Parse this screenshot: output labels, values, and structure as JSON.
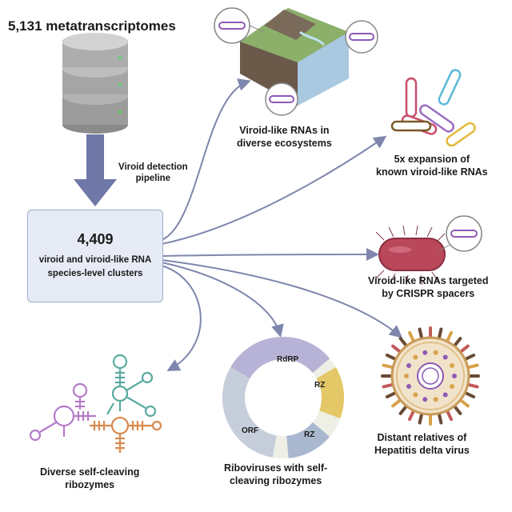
{
  "title": "5,131 metatranscriptomes",
  "pipeline": {
    "line1": "Viroid detection",
    "line2": "pipeline"
  },
  "center": {
    "count": "4,409",
    "line1": "viroid and viroid-like RNA",
    "line2": "species-level clusters"
  },
  "outcomes": {
    "ecosystems": {
      "line1": "Viroid-like RNAs in",
      "line2": "diverse ecosystems"
    },
    "expansion": {
      "line1": "5x expansion of",
      "line2": "known viroid-like RNAs"
    },
    "crispr": {
      "line1": "Viroid-like RNAs targeted",
      "line2": "by CRISPR spacers"
    },
    "hdv": {
      "line1": "Distant relatives of",
      "line2": "Hepatitis delta virus"
    },
    "ribozymes": {
      "line1": "Diverse self-cleaving",
      "line2": "ribozymes"
    },
    "riboviruses": {
      "line1": "Riboviruses with self-",
      "line2": "cleaving ribozymes"
    }
  },
  "genome_ring": {
    "segments": [
      {
        "label": "RdRP",
        "color": "#b7b3d6"
      },
      {
        "label": "RZ",
        "color": "#e4c766"
      },
      {
        "label": "RZ",
        "color": "#a9b8cf"
      },
      {
        "label": "ORF",
        "color": "#c7cedb"
      }
    ]
  },
  "colors": {
    "arrow": "#7f86ad",
    "pipeline_arrow": "#6f78a6",
    "center_box_fill": "#e6ebf5",
    "bacterium": "#b8485a",
    "ribozyme_purple": "#b57bc9",
    "ribozyme_teal": "#5aa9a1",
    "ribozyme_orange": "#d98a4e"
  },
  "icons": [
    "database-icon",
    "landscape-icon",
    "viroid-rna-icon",
    "bacterium-icon",
    "hdv-virion-icon",
    "ribozyme-structure-icon",
    "genome-ring-icon"
  ]
}
